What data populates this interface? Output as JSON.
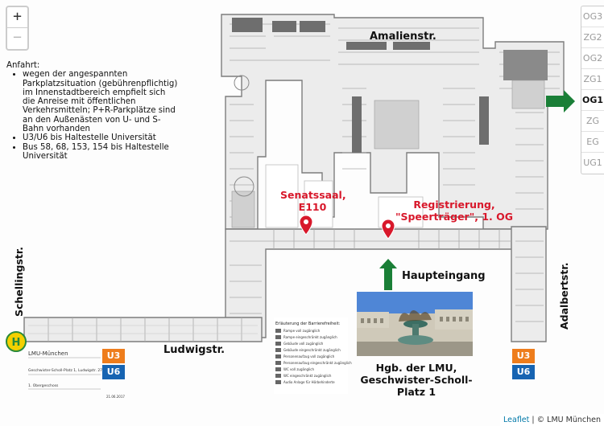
{
  "zoom": {
    "in_label": "+",
    "out_label": "−"
  },
  "floors": {
    "items": [
      "OG3",
      "ZG2",
      "OG2",
      "ZG1",
      "OG1",
      "ZG",
      "EG",
      "UG1"
    ],
    "active": "OG1"
  },
  "info": {
    "heading": "Anfahrt:",
    "items": [
      "wegen der angespannten Parkplatzsituation (gebührenpflichtig) im Innenstadtbereich empfielt sich die Anreise mit öffentlichen Verkehrsmitteln; P+R-Parkplätze sind an den Außenästen von U- und S-Bahn vorhanden",
      "U3/U6 bis Haltestelle Universität",
      "Bus 58, 68, 153, 154 bis Haltestelle Universität"
    ]
  },
  "streets": {
    "amalienstr": "Amalienstr.",
    "schellingstr": "Schellingstr.",
    "ludwigstr": "Ludwigstr.",
    "adalbertstr": "Adalbertstr."
  },
  "markers": {
    "senatssaal_line1": "Senatssaal,",
    "senatssaal_line2": "E110",
    "registrierung_line1": "Registrierung,",
    "registrierung_line2": "\"Speerträger\", 1. OG"
  },
  "haupteingang": "Haupteingang",
  "photo_caption": {
    "line1": "Hgb. der LMU,",
    "line2": "Geschwister-Scholl-",
    "line3": "Platz 1"
  },
  "transit": {
    "u3": "U3",
    "u6": "U6",
    "bus_stop": "H"
  },
  "legend": {
    "title": "Erläuterung der Barrierefreiheit:",
    "items": [
      "Rampe voll zugänglich",
      "Rampe eingeschränkt zugänglich",
      "Gebäude voll zugänglich",
      "Gebäude eingeschränkt zugänglich",
      "Personenaufzug voll zugänglich",
      "Personenaufzug eingeschränkt zugänglich",
      "WC voll zugänglich",
      "WC eingeschränkt zugänglich",
      "Audio Anlage für Hörbehinderte"
    ]
  },
  "plan_titleblock": {
    "org": "LMU-München",
    "address": "Geschwister-Scholl-Platz 1, Ludwigstr. 27",
    "floor": "1. Obergeschoss",
    "date": "21.06.2017"
  },
  "attribution": {
    "link": "Leaflet",
    "text": "© LMU München"
  },
  "colors": {
    "accent_red": "#d8182b",
    "arrow_green": "#1a7f37",
    "u3": "#ee7d1c",
    "u6": "#1764b2",
    "bus_yellow": "#f4d000"
  }
}
